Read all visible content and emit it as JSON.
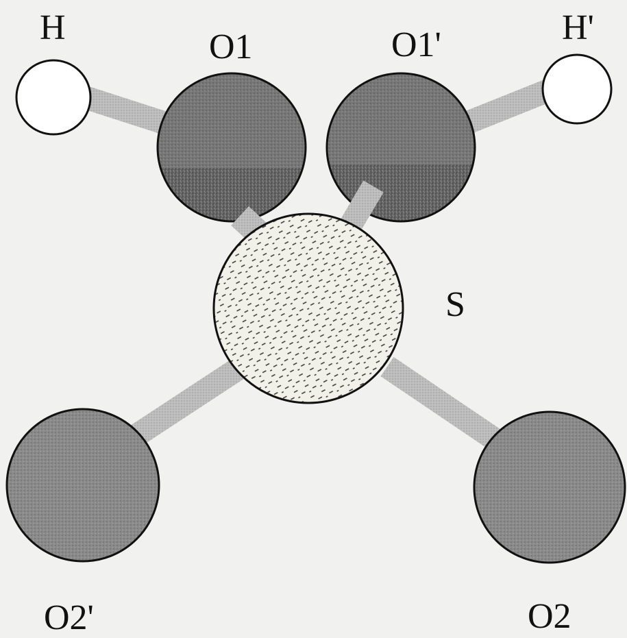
{
  "labels": {
    "h": "H",
    "o1": "O1",
    "o1_prime": "O1'",
    "h_prime": "H'",
    "s": "S",
    "o2_prime": "O2'",
    "o2": "O2"
  },
  "colors": {
    "background": "#f1f1ef",
    "bond": "#bdbdbd",
    "upper_oxygen": "#777777",
    "upper_oxygen_lower_half": "#5f5f5f",
    "lower_oxygen": "#8a8a8a",
    "sulfur": "#efefe7",
    "hydrogen": "#ffffff",
    "outline": "#111111"
  }
}
